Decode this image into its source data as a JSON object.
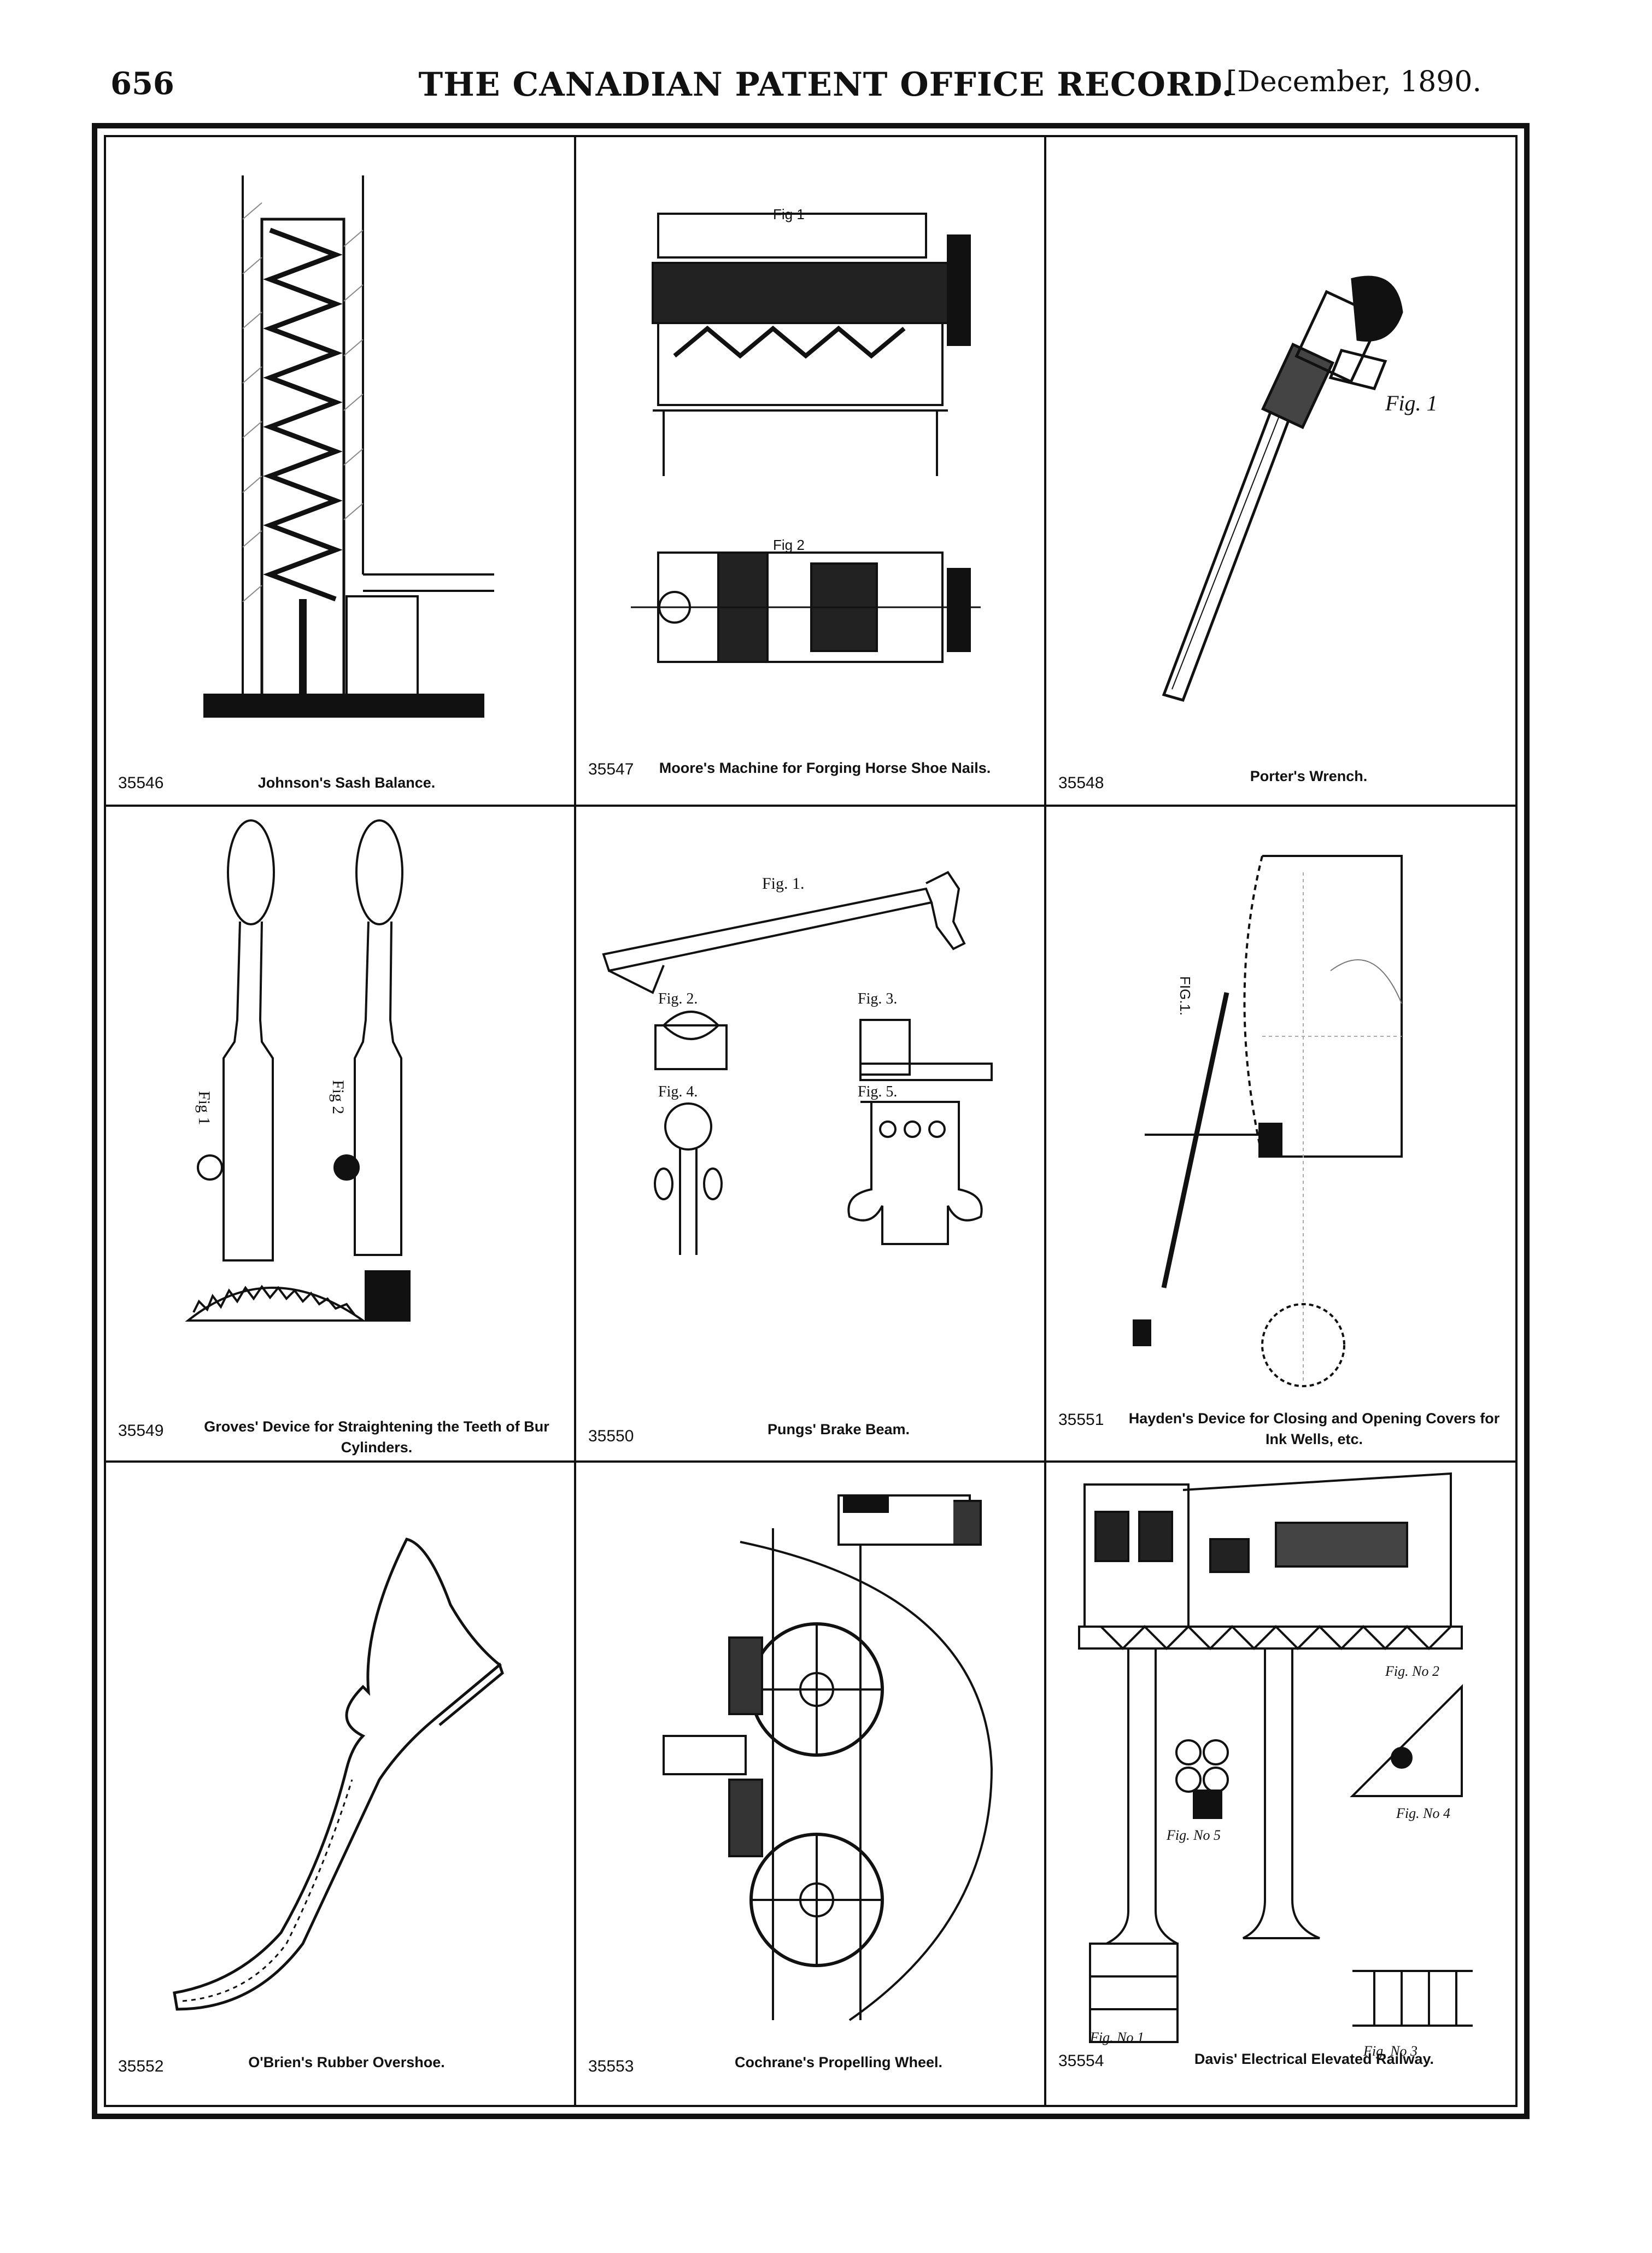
{
  "header": {
    "page_number": "656",
    "title": "THE CANADIAN PATENT OFFICE RECORD.",
    "date": "[December, 1890."
  },
  "figures": [
    {
      "number": "35546",
      "caption": "Johnson's Sash Balance."
    },
    {
      "number": "35547",
      "caption": "Moore's Machine for Forging Horse Shoe Nails."
    },
    {
      "number": "35548",
      "caption": "Porter's Wrench."
    },
    {
      "number": "35549",
      "caption": "Groves' Device for Straightening the Teeth of Bur Cylinders."
    },
    {
      "number": "35550",
      "caption": "Pungs' Brake Beam."
    },
    {
      "number": "35551",
      "caption": "Hayden's Device for Closing and Opening Covers for Ink Wells, etc."
    },
    {
      "number": "35552",
      "caption": "O'Brien's Rubber Overshoe."
    },
    {
      "number": "35553",
      "caption": "Cochrane's Propelling Wheel."
    },
    {
      "number": "35554",
      "caption": "Davis' Electrical Elevated Railway."
    }
  ],
  "drawing_labels": {
    "moore_fig1": "Fig 1",
    "moore_fig2": "Fig 2",
    "porter_fig1": "Fig. 1",
    "groves_fig1": "Fig 1",
    "groves_fig2": "Fig 2",
    "pungs_fig1": "Fig. 1.",
    "pungs_fig2": "Fig. 2.",
    "pungs_fig3": "Fig. 3.",
    "pungs_fig4": "Fig. 4.",
    "pungs_fig5": "Fig. 5.",
    "hayden_fig1": "FIG.1.",
    "davis_fig1": "Fig. No 1",
    "davis_fig2": "Fig. No 2",
    "davis_fig3": "Fig. No 3",
    "davis_fig4": "Fig. No 4",
    "davis_fig5": "Fig. No 5"
  }
}
